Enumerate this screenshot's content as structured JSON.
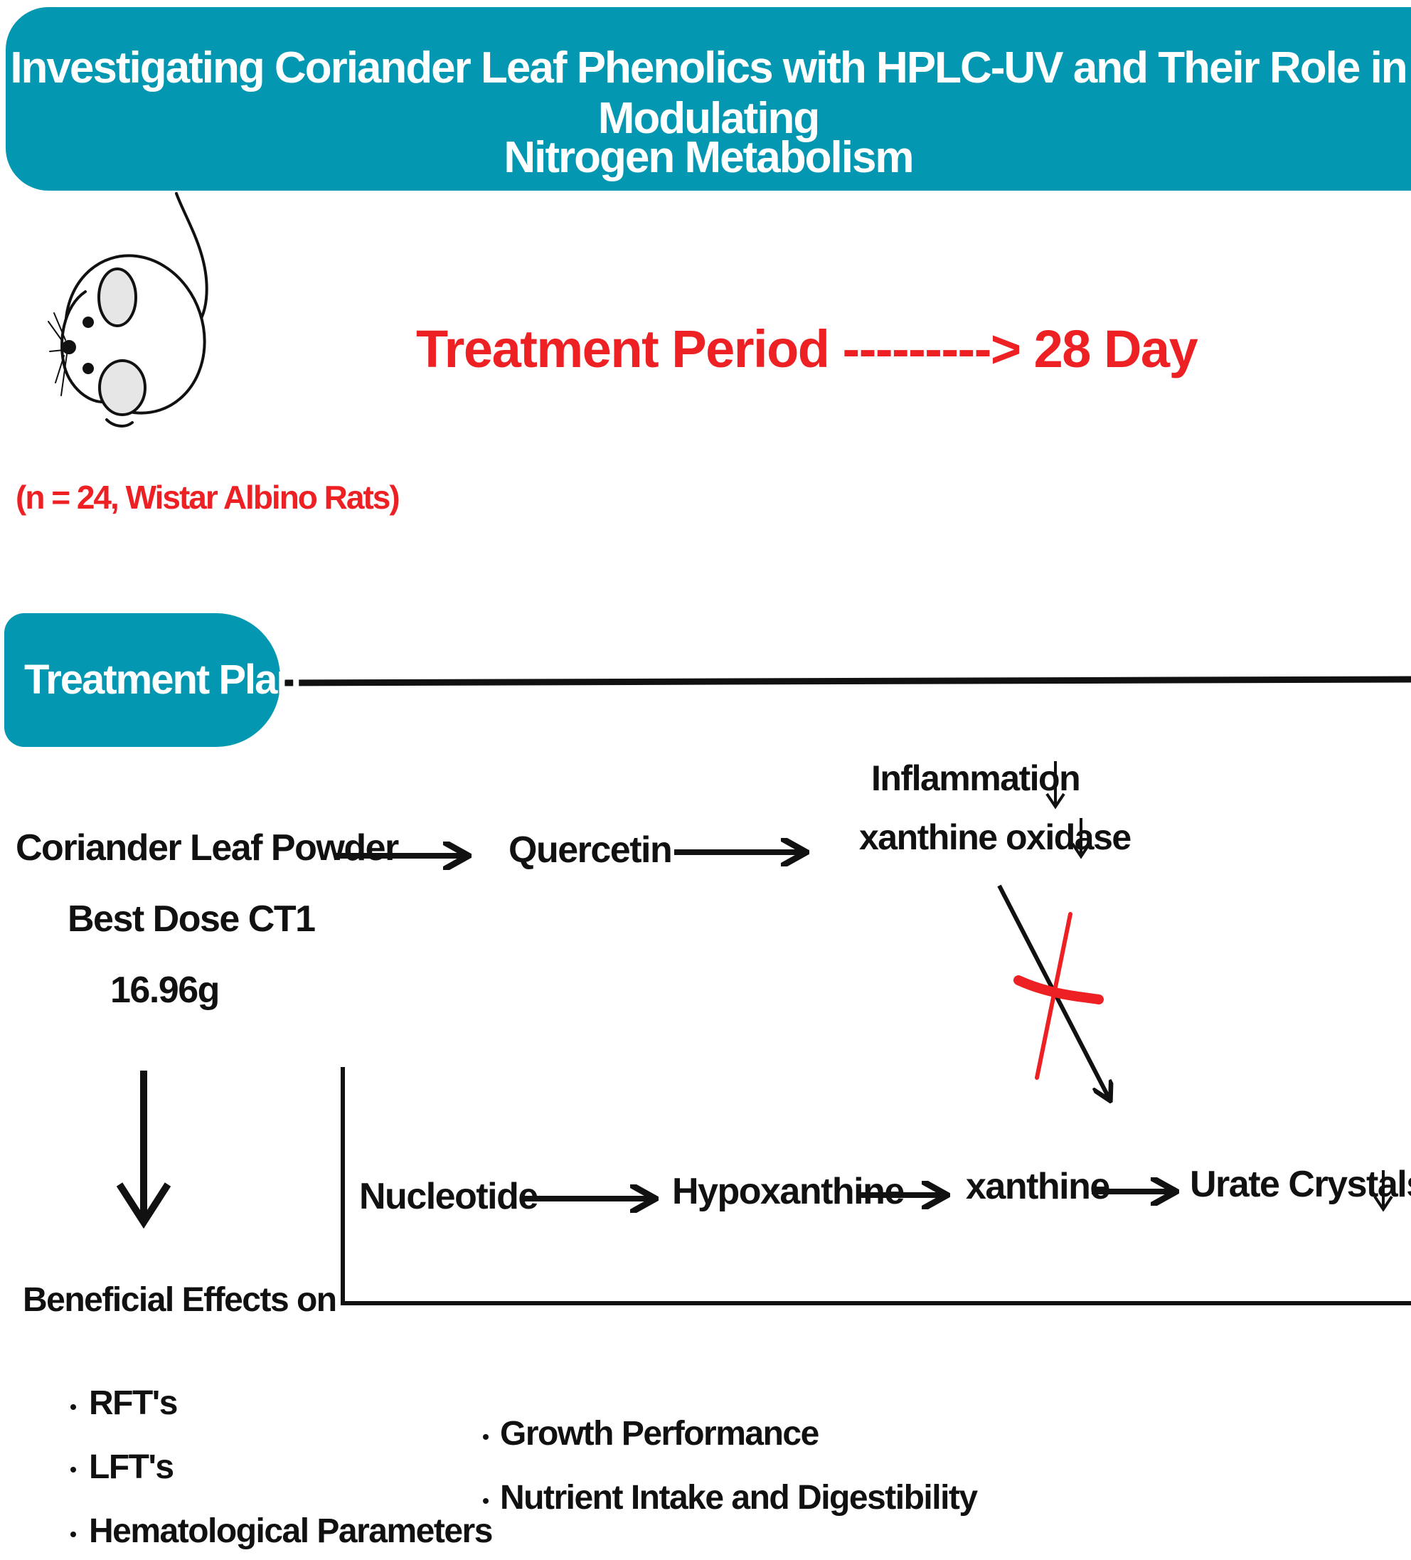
{
  "title": {
    "line1": "Investigating Coriander Leaf Phenolics with HPLC-UV and Their Role in Modulating",
    "line2": "Nitrogen Metabolism"
  },
  "treatment_period": "Treatment Period ---------> 28 Day",
  "sample_note": "(n = 24, Wistar Albino Rats)",
  "plan_tab": "Treatment Plan",
  "intervention": {
    "name": "Coriander Leaf Powder",
    "dose_label": "Best Dose CT1",
    "dose_amount": "16.96g"
  },
  "compound": "Quercetin",
  "effects": {
    "inflammation": "Inflammation",
    "enzyme": "xanthine oxidase"
  },
  "pathway": [
    "Nucleotide",
    "Hypoxanthine",
    "xanthine",
    "Urate Crystals"
  ],
  "beneficial_heading": "Beneficial Effects on",
  "benefits_left": [
    "RFT's",
    "LFT's",
    "Hematological Parameters"
  ],
  "benefits_right": [
    "Growth Performance",
    "Nutrient Intake and Digestibility"
  ],
  "colors": {
    "banner": "#0497b1",
    "accent_red": "#ed2024",
    "ink": "#111111"
  },
  "icons": [
    "rat-icon",
    "down-arrow-icon",
    "inhibition-cross-icon"
  ]
}
